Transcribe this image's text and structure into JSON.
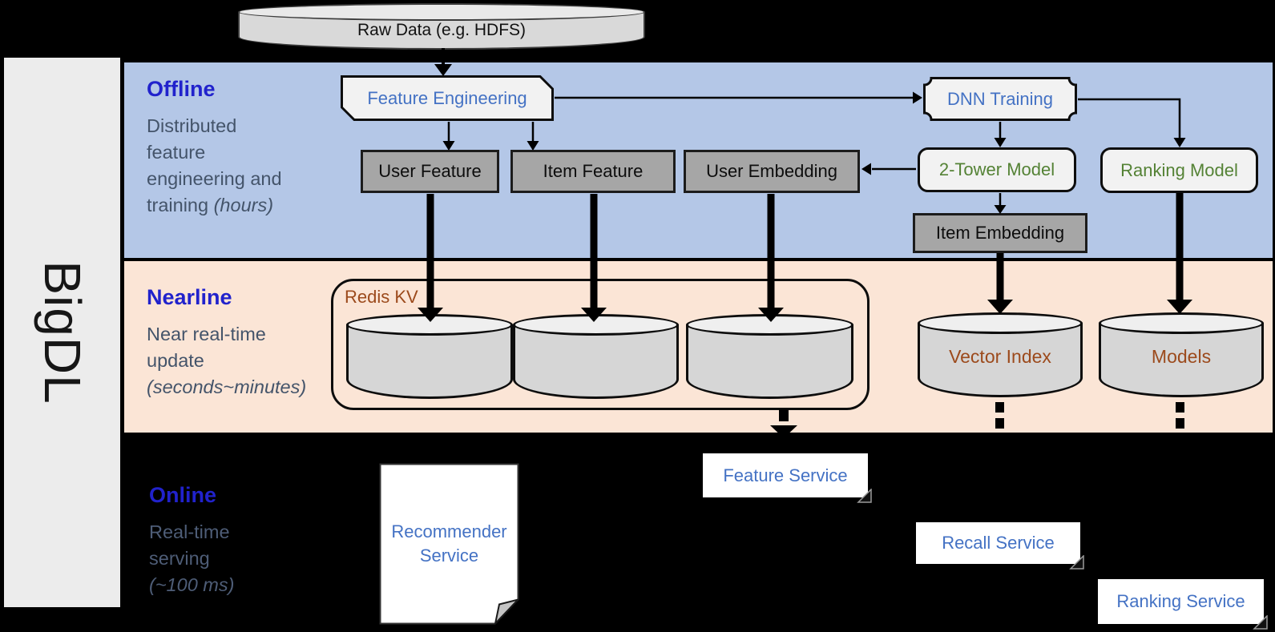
{
  "brand": "BigDL",
  "raw_data_label": "Raw Data (e.g. HDFS)",
  "offline": {
    "label": "Offline",
    "desc_lines": [
      "Distributed",
      "feature",
      "engineering and"
    ],
    "desc_tail": "training ",
    "desc_tail_italic": "(hours)",
    "nodes": {
      "feature_engineering": "Feature Engineering",
      "dnn_training": "DNN Training",
      "user_feature": "User Feature",
      "item_feature": "Item Feature",
      "user_embedding": "User Embedding",
      "two_tower_model": "2-Tower Model",
      "ranking_model": "Ranking Model",
      "item_embedding": "Item Embedding"
    }
  },
  "nearline": {
    "label": "Nearline",
    "desc_lines": [
      "Near real-time",
      "update"
    ],
    "desc_tail_italic": "(seconds~minutes)",
    "redis_label": "Redis KV",
    "vector_index": "Vector Index",
    "models": "Models"
  },
  "online": {
    "label": "Online",
    "desc_lines": [
      "Real-time",
      "serving"
    ],
    "desc_tail_italic": "(~100 ms)",
    "services": {
      "recommender_line1": "Recommender",
      "recommender_line2": "Service",
      "feature": "Feature Service",
      "recall": "Recall Service",
      "ranking": "Ranking Service"
    }
  },
  "colors": {
    "offline_bg": "#b4c7e7",
    "nearline_bg": "#fbe5d6",
    "online_bg": "#000000",
    "section_label_blue": "#2122cc",
    "description_gray": "#44546a",
    "node_text_blue": "#4472c4",
    "node_text_green": "#548235",
    "storage_text_brown": "#9c4a1c",
    "light_node_bg": "#f2f2f2",
    "dark_node_bg": "#a6a6a6",
    "cylinder_bg": "#d6d6d6"
  }
}
